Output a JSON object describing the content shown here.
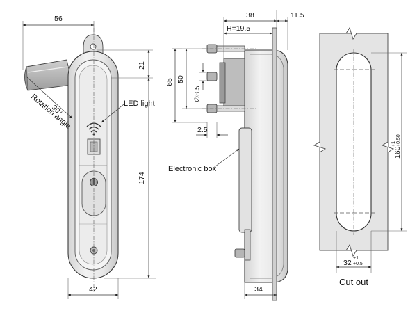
{
  "front_view": {
    "dim_width_top": "56",
    "dim_offset": "21",
    "dim_height": "174",
    "dim_width_bottom": "42",
    "rotation_angle_value": "90°",
    "rotation_label": "Rotation angle",
    "led_label": "LED light"
  },
  "side_view": {
    "dim_depth": "38",
    "dim_flange": "11.5",
    "dim_h": "H=19.5",
    "dim_65": "65",
    "dim_50": "50",
    "dim_diameter": "∅8.5",
    "dim_2_5": "2.5",
    "dim_34": "34",
    "electronic_box_label": "Electronic box"
  },
  "cutout": {
    "dim_length": "160",
    "dim_length_tol_upper": "+1",
    "dim_length_tol_lower": "+0.50",
    "dim_width": "32",
    "dim_width_tol_upper": "+1",
    "dim_width_tol_lower": "+0.5",
    "label": "Cut out"
  },
  "colors": {
    "body": "#e6e6e6",
    "cutout_fill": "#e4e4e4",
    "line": "#333333"
  }
}
